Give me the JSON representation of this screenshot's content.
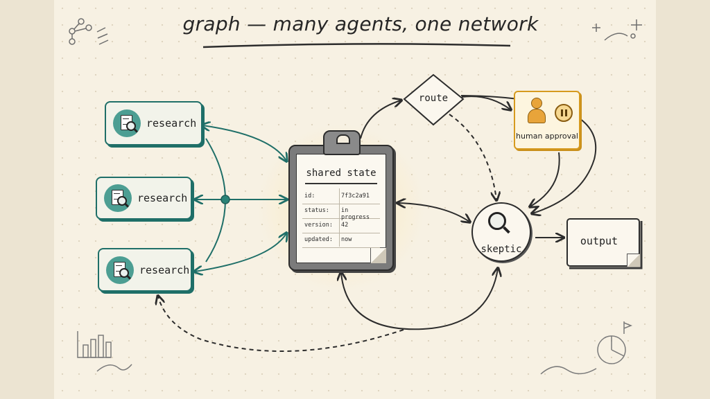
{
  "title": "graph — many agents, one network",
  "research_nodes": [
    {
      "label": "research"
    },
    {
      "label": "research"
    },
    {
      "label": "research"
    }
  ],
  "route": {
    "label": "route"
  },
  "human_approval": {
    "label": "human approval"
  },
  "shared_state": {
    "title": "shared state",
    "fields": [
      {
        "key": "id:",
        "value": "7f3c2a91"
      },
      {
        "key": "status:",
        "value": "in progress"
      },
      {
        "key": "version:",
        "value": "42"
      },
      {
        "key": "updated:",
        "value": "now"
      }
    ]
  },
  "skeptic": {
    "label": "skeptic"
  },
  "output": {
    "label": "output"
  },
  "colors": {
    "research_accent": "#1f6f68",
    "approval_accent": "#d69a1e",
    "ink": "#2c2c2c",
    "paper": "#f7f1e3"
  }
}
